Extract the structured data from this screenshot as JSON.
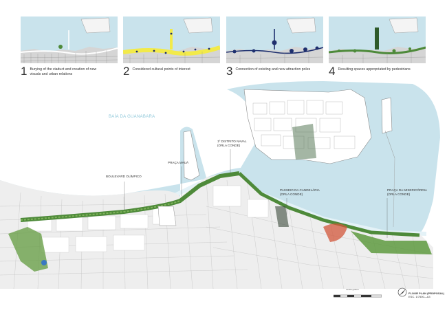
{
  "steps": [
    {
      "num": "1",
      "text": "Burying of the viaduct and creation of new visuals and urban relations"
    },
    {
      "num": "2",
      "text": "Considered cultural points of interest"
    },
    {
      "num": "3",
      "text": "Connection of existing and new attraction poles"
    },
    {
      "num": "4",
      "text": "Resulting spaces appropriated by pedestrians"
    }
  ],
  "map": {
    "bay": "BAÍA DA GUANABARA",
    "labels": {
      "boulevard": "BOULEVARD OLÍMPICO",
      "maua": "PRAÇA MAUÁ",
      "naval_1": "1º DISTRITO NAVAL",
      "naval_2": "(ORLA CONDE)",
      "candelaria_1": "PASSEIO DA CANDELÁRIA",
      "candelaria_2": "(ORLA CONDE)",
      "misericordia_1": "PRAÇA DA MISERICÓRDIA",
      "misericordia_2": "(ORLA CONDE)"
    }
  },
  "footer": {
    "scale_label": "escala gráfica",
    "title": "FLOOR PLAN (PROPOSAL)",
    "scale": "ESC. 1/7500—A3"
  },
  "colors": {
    "water": "#c9e3ec",
    "park": "#4e8a3a",
    "highlight_yellow": "#f2ea4a",
    "connection_blue": "#1e2f6e",
    "pier_green": "#2f5a2a"
  }
}
